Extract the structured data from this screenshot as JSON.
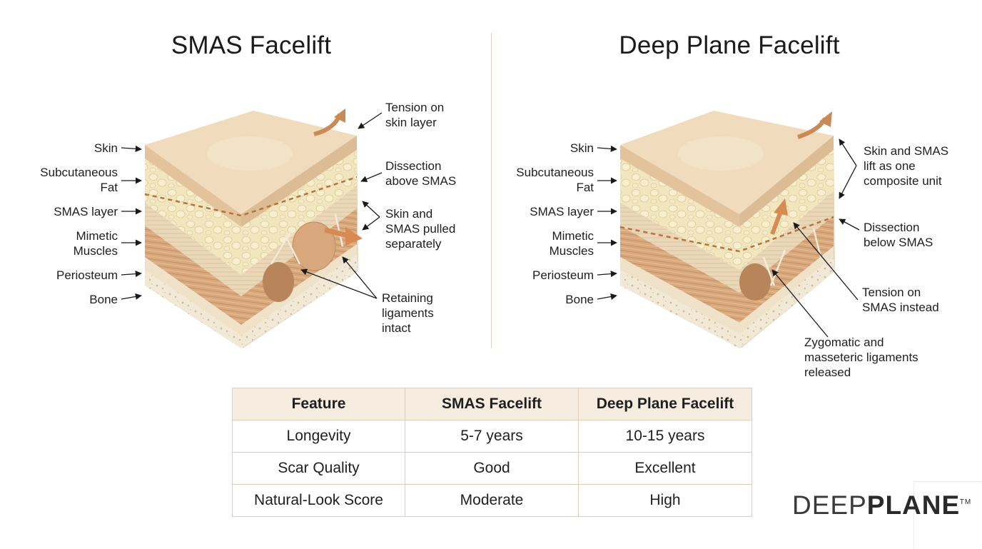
{
  "panels": {
    "left": {
      "title": "SMAS Facelift",
      "layer_labels": {
        "skin": "Skin",
        "fat_1": "Subcutaneous",
        "fat_2": "Fat",
        "smas": "SMAS layer",
        "muscles_1": "Mimetic",
        "muscles_2": "Muscles",
        "periosteum": "Periosteum",
        "bone": "Bone"
      },
      "callouts": {
        "tension_1": "Tension on",
        "tension_2": "skin layer",
        "dissection_1": "Dissection",
        "dissection_2": "above SMAS",
        "pulled_1": "Skin and",
        "pulled_2": "SMAS pulled",
        "pulled_3": "separately",
        "ligaments_1": "Retaining",
        "ligaments_2": "ligaments",
        "ligaments_3": "intact"
      }
    },
    "right": {
      "title": "Deep Plane Facelift",
      "layer_labels": {
        "skin": "Skin",
        "fat_1": "Subcutaneous",
        "fat_2": "Fat",
        "smas": "SMAS layer",
        "muscles_1": "Mimetic",
        "muscles_2": "Muscles",
        "periosteum": "Periosteum",
        "bone": "Bone"
      },
      "callouts": {
        "composite_1": "Skin and SMAS",
        "composite_2": "lift as one",
        "composite_3": "composite unit",
        "dissection_1": "Dissection",
        "dissection_2": "below SMAS",
        "tension_1": "Tension on",
        "tension_2": "SMAS instead",
        "ligaments_1": "Zygomatic and",
        "ligaments_2": "masseteric ligaments",
        "ligaments_3": "released"
      }
    }
  },
  "table": {
    "headers": [
      "Feature",
      "SMAS Facelift",
      "Deep Plane Facelift"
    ],
    "rows": [
      [
        "Longevity",
        "5-7 years",
        "10-15 years"
      ],
      [
        "Scar Quality",
        "Good",
        "Excellent"
      ],
      [
        "Natural-Look Score",
        "Moderate",
        "High"
      ]
    ]
  },
  "logo": {
    "light": "DEEP",
    "bold": "PLANE",
    "tm": "TM"
  },
  "colors": {
    "skin_top": "#ecd6b6",
    "skin_side": "#e3c7a2",
    "fat": "#f0e2b8",
    "smas": "#e6d0b0",
    "muscle": "#d8a77c",
    "bone": "#f0e6d4",
    "arrow_orange": "#d98a50",
    "dashed_line": "#b8733a",
    "table_border": "#e4ccb4",
    "table_header": "#f6ece0"
  }
}
